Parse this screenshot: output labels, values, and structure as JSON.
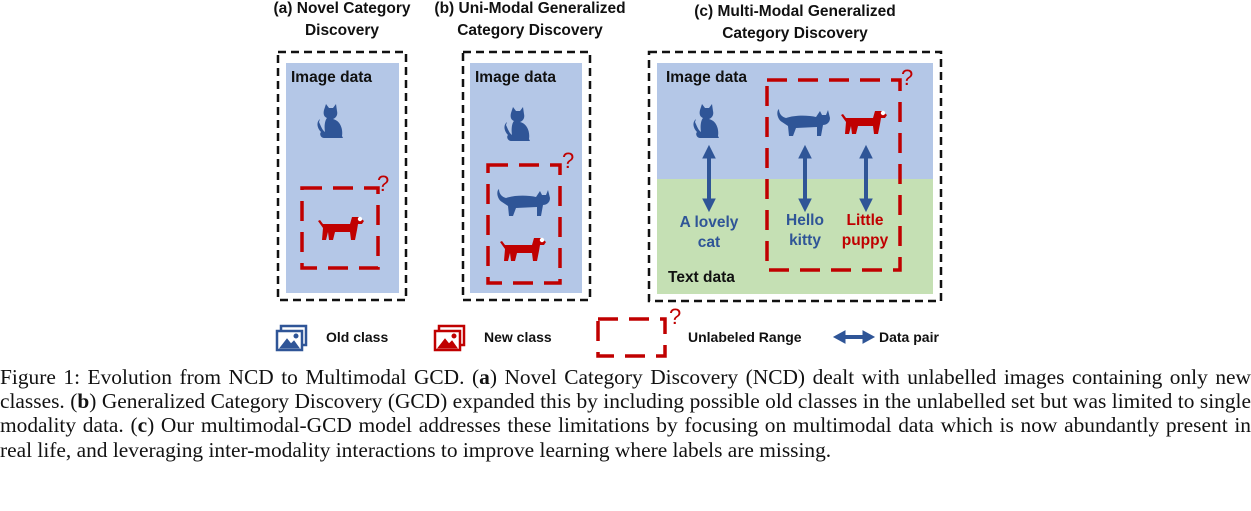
{
  "panels": {
    "a": {
      "title_line1": "(a) Novel Category",
      "title_line2": "Discovery",
      "image_label": "Image data"
    },
    "b": {
      "title_line1": "(b) Uni-Modal Generalized",
      "title_line2": "Category Discovery",
      "image_label": "Image data"
    },
    "c": {
      "title_line1": "(c) Multi-Modal Generalized",
      "title_line2": "Category Discovery",
      "image_label": "Image data",
      "text_label": "Text data",
      "texts": {
        "cat_line1": "A lovely",
        "cat_line2": "cat",
        "kitty_line1": "Hello",
        "kitty_line2": "kitty",
        "puppy_line1": "Little",
        "puppy_line2": "puppy"
      }
    },
    "question_mark": "?"
  },
  "legend": {
    "old_class": "Old class",
    "new_class": "New class",
    "unlabeled_range": "Unlabeled Range",
    "data_pair": "Data pair"
  },
  "colors": {
    "old_blue": "#2f5597",
    "new_red": "#c00000",
    "image_bg": "#b4c7e7",
    "text_bg": "#c5e0b4"
  },
  "icons": [
    "cat-icon",
    "dog-icon",
    "double-arrow-icon",
    "old-class-images-icon",
    "new-class-images-icon"
  ],
  "caption": {
    "fig_label": "Figure 1:",
    "intro": "Evolution from NCD to Multimodal GCD. (",
    "a_letter": "a",
    "a_text": ") Novel Category Discovery (NCD) dealt with unlabelled images containing only new classes. (",
    "b_letter": "b",
    "b_text": ") Generalized Category Discovery (GCD) expanded this by including possible old classes in the unlabelled set but was limited to single modality data. (",
    "c_letter": "c",
    "c_text": ") Our multimodal-GCD model addresses these limitations by focusing on multimodal data which is now abundantly present in real life, and leveraging inter-modality interactions to improve learning where labels are missing."
  }
}
